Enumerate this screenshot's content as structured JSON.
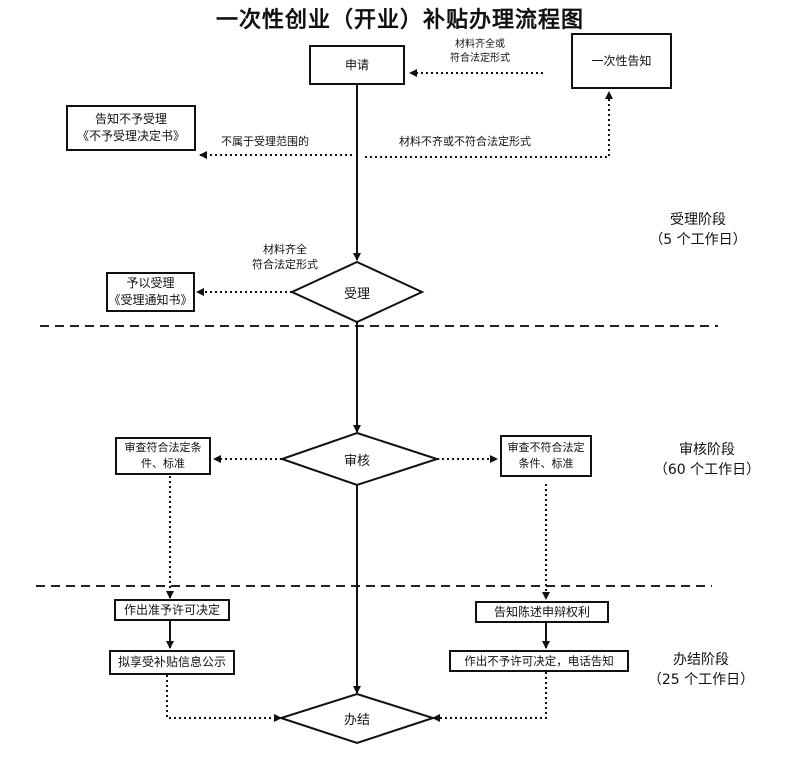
{
  "title": "一次性创业（开业）补贴办理流程图",
  "boxes": {
    "apply": "申请",
    "one_time_notice": "一次性告知",
    "reject_line1": "告知不予受理",
    "reject_line2": "《不予受理决定书》",
    "accept_line1": "予以受理",
    "accept_line2": "《受理通知书》",
    "review_ok_line1": "审查符合法定条",
    "review_ok_line2": "件、标准",
    "review_bad_line1": "审查不符合法定",
    "review_bad_line2": "条件、标准",
    "approve": "作出准予许可决定",
    "publicize": "拟享受补贴信息公示",
    "inform_rights": "告知陈述申辩权利",
    "deny_decision": "作出不予许可决定，电话告知"
  },
  "diamonds": {
    "accept": "受理",
    "review": "审核",
    "finish": "办结"
  },
  "labels": {
    "complete_line1": "材料齐全或",
    "complete_line2": "符合法定形式",
    "not_in_scope": "不属于受理范围的",
    "incomplete": "材料不齐或不符合法定形式",
    "accept_cond_line1": "材料齐全",
    "accept_cond_line2": "符合法定形式"
  },
  "stages": {
    "accept_name": "受理阶段",
    "accept_days": "（5 个工作日）",
    "review_name": "审核阶段",
    "review_days": "（60 个工作日）",
    "finish_name": "办结阶段",
    "finish_days": "（25 个工作日）"
  }
}
